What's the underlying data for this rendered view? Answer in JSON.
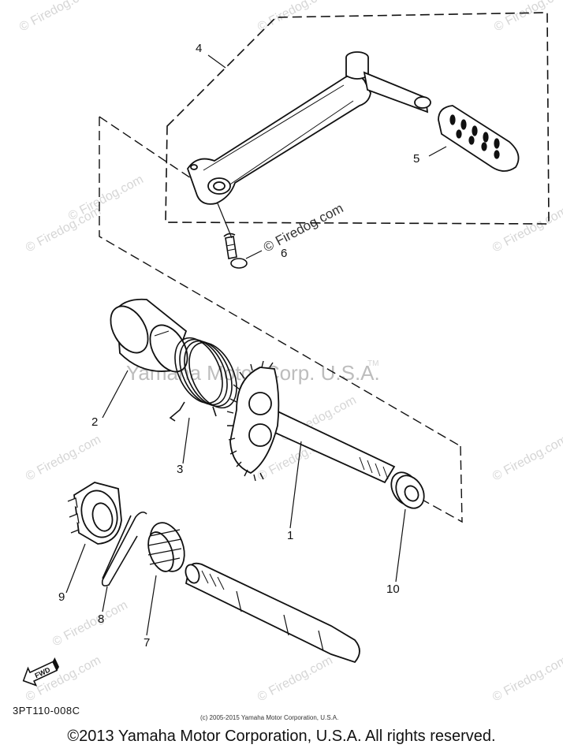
{
  "callouts": {
    "c1": "1",
    "c2": "2",
    "c3": "3",
    "c4": "4",
    "c5": "5",
    "c6": "6",
    "c7": "7",
    "c8": "8",
    "c9": "9",
    "c10": "10"
  },
  "watermarks": {
    "firedog": "© Firedog.com",
    "yamaha_center": "Yamaha Motor Corp. U.S.A.",
    "tm": "TM"
  },
  "fwd_label": "FWD",
  "diagram_code": "3PT110-008C",
  "small_copyright": "(c) 2005-2015 Yamaha Motor Corporation, U.S.A.",
  "footer_copyright": "©2013 Yamaha Motor Corporation, U.S.A. All rights reserved."
}
